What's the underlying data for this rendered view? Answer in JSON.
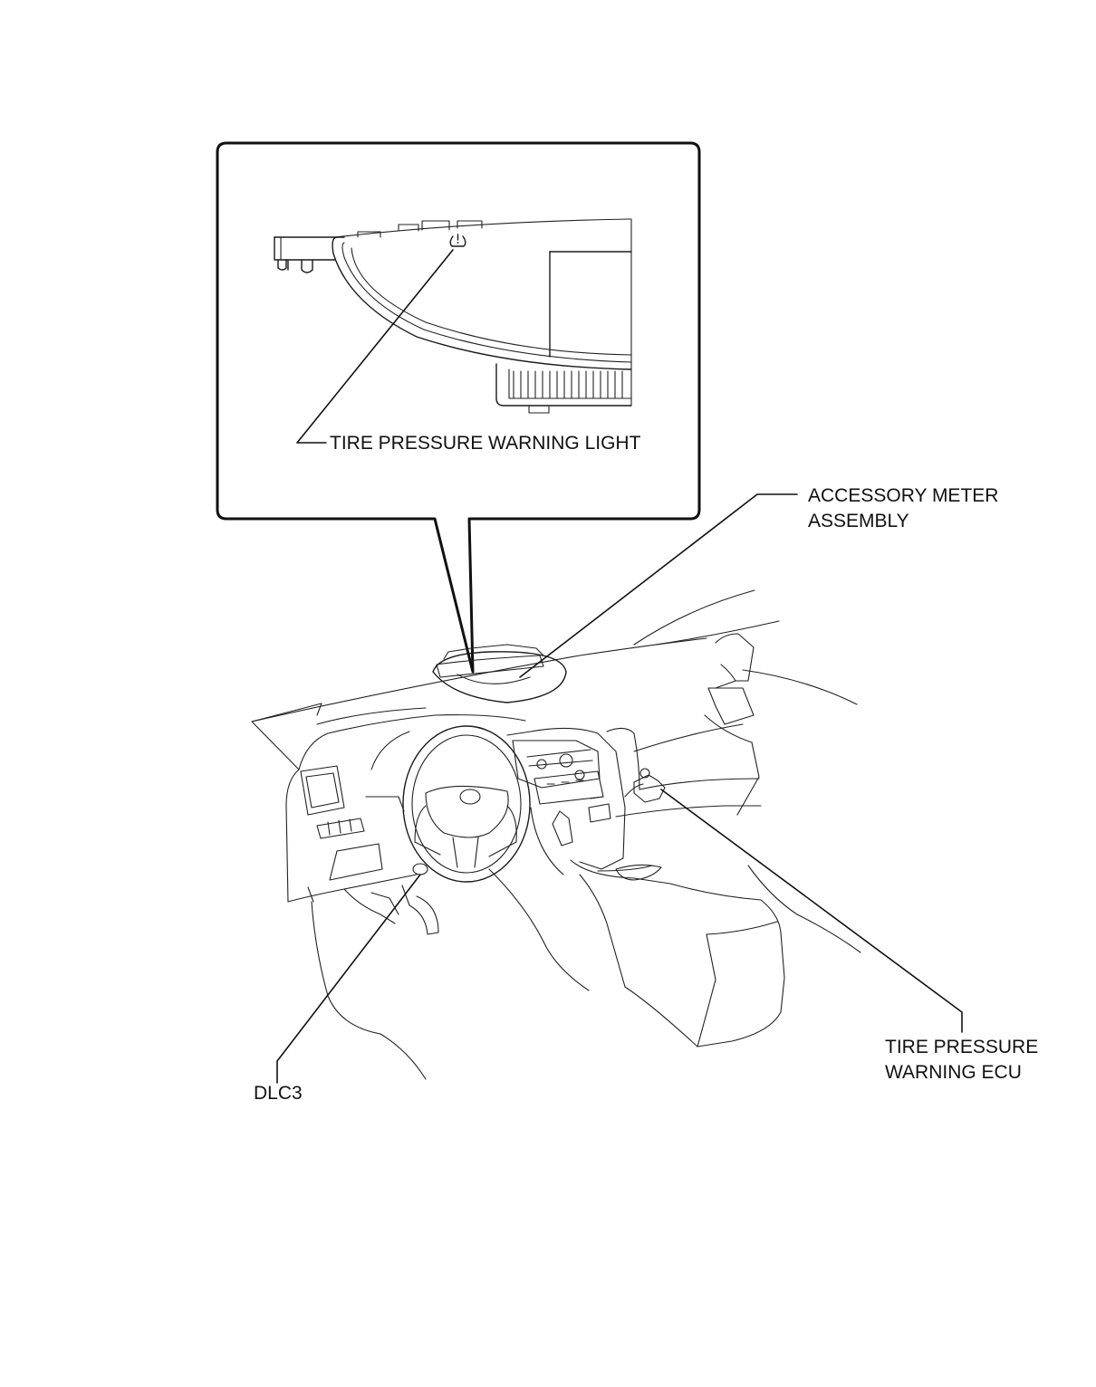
{
  "callouts": {
    "tire_pressure_warning_light": "TIRE PRESSURE WARNING LIGHT",
    "accessory_meter_line1": "ACCESSORY METER",
    "accessory_meter_line2": "ASSEMBLY",
    "tire_pressure_ecu_line1": "TIRE PRESSURE",
    "tire_pressure_ecu_line2": "WARNING ECU",
    "dlc3": "DLC3"
  },
  "icons": {
    "warning_light_symbol": "tire-pressure-warning-icon"
  },
  "colors": {
    "line": "#111111",
    "background": "#ffffff"
  }
}
